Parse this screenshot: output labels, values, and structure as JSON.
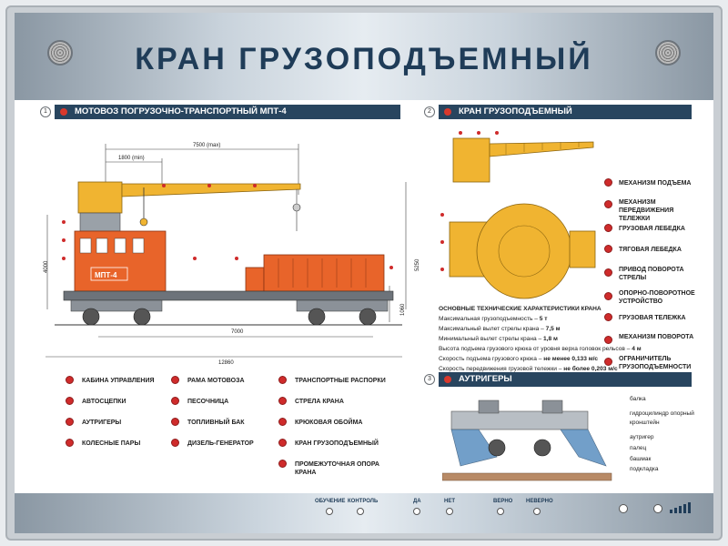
{
  "title": "КРАН ГРУЗОПОДЪЕМНЫЙ",
  "sections": {
    "left": {
      "num": "1",
      "label": "МОТОВОЗ ПОГРУЗОЧНО-ТРАНСПОРТНЫЙ МПТ-4"
    },
    "right_top": {
      "num": "2",
      "label": "КРАН ГРУЗОПОДЪЕМНЫЙ"
    },
    "right_bottom": {
      "num": "3",
      "label": "АУТРИГЕРЫ"
    }
  },
  "locomotive": {
    "label": "МПТ-4",
    "dims": {
      "d7500": "7500 (max)",
      "d1800": "1800 (min)",
      "d7000": "7000",
      "d12860": "12860",
      "d4000": "4000",
      "d5250": "5250",
      "d1060": "1060"
    }
  },
  "left_legend": [
    [
      "КАБИНА УПРАВЛЕНИЯ",
      "АВТОСЦЕПКИ",
      "АУТРИГЕРЫ",
      "КОЛЕСНЫЕ ПАРЫ"
    ],
    [
      "РАМА МОТОВОЗА",
      "ПЕСОЧНИЦА",
      "ТОПЛИВНЫЙ БАК",
      "ДИЗЕЛЬ-ГЕНЕРАТОР"
    ],
    [
      "ТРАНСПОРТНЫЕ РАСПОРКИ",
      "СТРЕЛА КРАНА",
      "КРЮКОВАЯ ОБОЙМА",
      "КРАН ГРУЗОПОДЪЕМНЫЙ",
      "ПРОМЕЖУТОЧНАЯ ОПОРА КРАНА"
    ]
  ],
  "right_legend": [
    "МЕХАНИЗМ ПОДЪЕМА",
    "МЕХАНИЗМ ПЕРЕДВИЖЕНИЯ ТЕЛЕЖКИ",
    "ГРУЗОВАЯ ЛЕБЕДКА",
    "ТЯГОВАЯ ЛЕБЕДКА",
    "ПРИВОД ПОВОРОТА СТРЕЛЫ",
    "ОПОРНО-ПОВОРОТНОЕ УСТРОЙСТВО",
    "ГРУЗОВАЯ ТЕЛЕЖКА",
    "МЕХАНИЗМ ПОВОРОТА",
    "ОГРАНИЧИТЕЛЬ ГРУЗОПОДЪЕМНОСТИ"
  ],
  "specs": {
    "heading": "ОСНОВНЫЕ ТЕХНИЧЕСКИЕ ХАРАКТЕРИСТИКИ КРАНА",
    "lines": [
      [
        "Максимальная грузоподъемность – ",
        "5 т"
      ],
      [
        "Максимальный вылет стрелы крана – ",
        "7,5 м"
      ],
      [
        "Минимальный вылет стрелы крана – ",
        "1,8 м"
      ],
      [
        "Высота подъема грузового крюка от уровня верха головок рельсов – ",
        "4 м"
      ],
      [
        "Скорость подъема грузового крюка – ",
        "не менее 0,133 м/с"
      ],
      [
        "Скорость передвижения грузовой тележки – ",
        "не более 0,203 м/с"
      ]
    ]
  },
  "outrigger_labels": [
    "балка",
    "гидроцилиндр опорный",
    "кронштейн",
    "аутригер",
    "палец",
    "башмак",
    "подкладка"
  ],
  "footer": {
    "controls": [
      "ОБУЧЕНИЕ",
      "КОНТРОЛЬ",
      "ДА",
      "НЕТ",
      "ВЕРНО",
      "НЕВЕРНО"
    ]
  },
  "colors": {
    "accent": "#28455f",
    "crane": "#f0b431",
    "loco": "#e8642a",
    "legend_dot": "#cf2b2b"
  }
}
